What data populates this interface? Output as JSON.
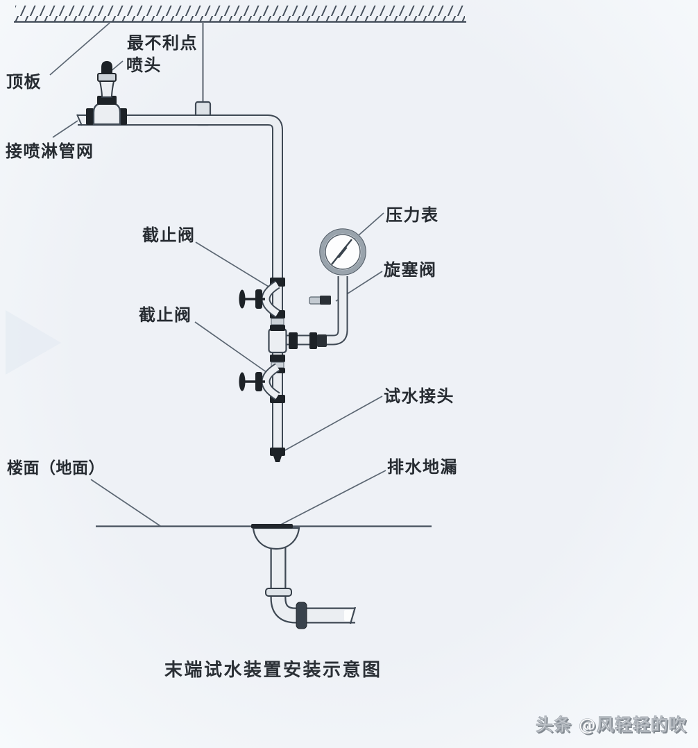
{
  "diagram": {
    "caption": "末端试水装置安装示意图",
    "labels": {
      "ceiling_board": "顶板",
      "most_unfavorable_line1": "最不利点",
      "most_unfavorable_line2": "喷头",
      "to_sprinkler_network": "接喷淋管网",
      "stop_valve_upper": "截止阀",
      "stop_valve_lower": "截止阀",
      "pressure_gauge": "压力表",
      "plug_valve": "旋塞阀",
      "test_water_connector": "试水接头",
      "drain_floor_drain": "排水地漏",
      "floor_surface": "楼面（地面）"
    },
    "colors": {
      "background": "#f2f5f9",
      "line": "#3f4954",
      "fitting": "#1d2227",
      "pipe_fill": "#ebeef2",
      "label_text": "#262b31",
      "watermark_text": "#ffffff"
    }
  },
  "watermark": {
    "text": "头条 @风轻轻的吹"
  }
}
